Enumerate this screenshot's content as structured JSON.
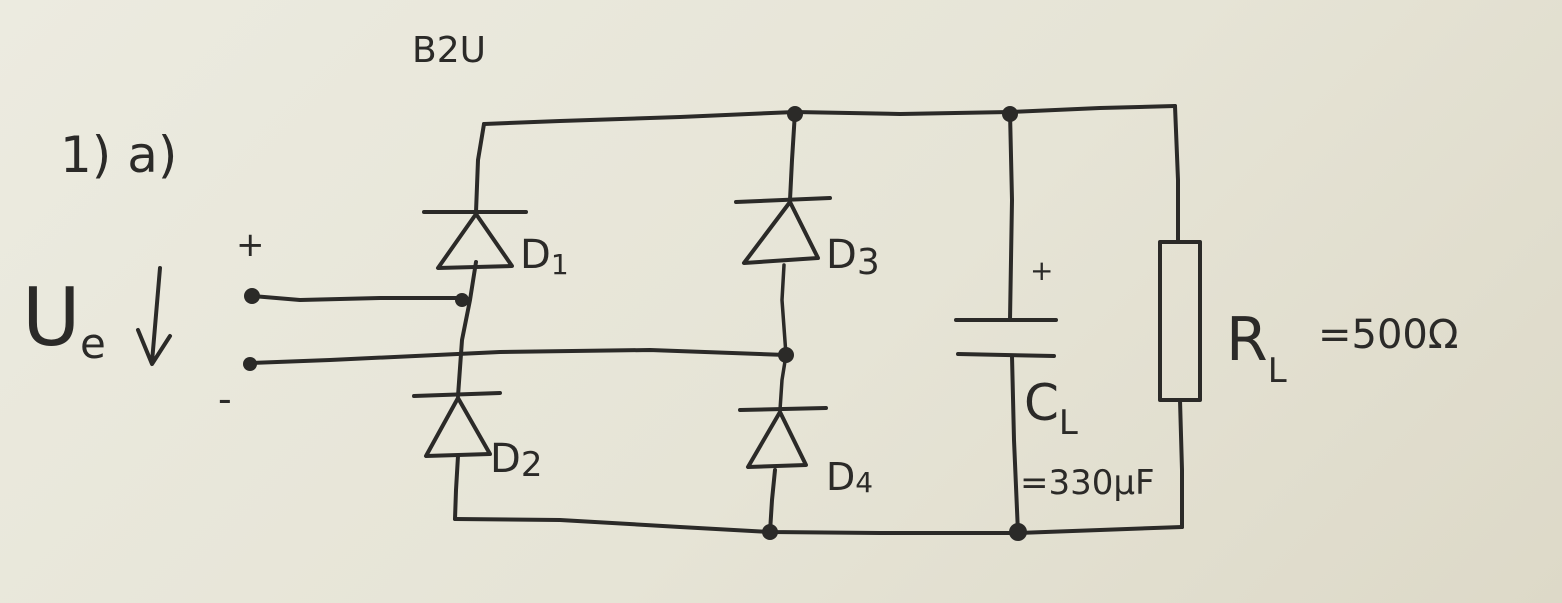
{
  "diagram": {
    "problem_label": "1) a)",
    "circuit_title": "B2U",
    "input": {
      "voltage_label": "Ue",
      "voltage_letter": "U",
      "voltage_subscript": "e",
      "plus": "+",
      "minus": "-"
    },
    "diodes": [
      {
        "id": "D1",
        "letter": "D",
        "number": "1"
      },
      {
        "id": "D2",
        "letter": "D",
        "number": "2"
      },
      {
        "id": "D3",
        "letter": "D",
        "number": "3"
      },
      {
        "id": "D4",
        "letter": "D",
        "number": "4"
      }
    ],
    "capacitor": {
      "letter": "C",
      "subscript": "L",
      "value": "=330μF",
      "polarity": "+"
    },
    "load": {
      "letter": "R",
      "subscript": "L",
      "value": "=500Ω"
    }
  }
}
